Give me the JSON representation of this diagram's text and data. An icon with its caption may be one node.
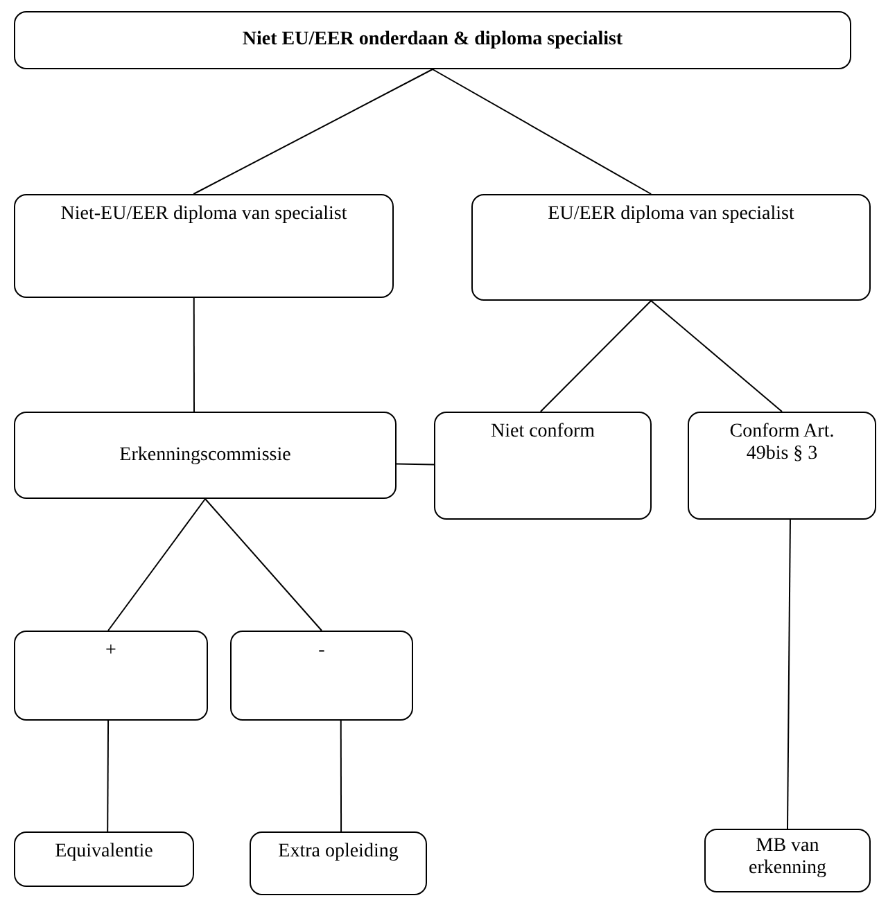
{
  "diagram": {
    "nodes": [
      {
        "text": [
          "Niet EU/EER onderdaan & diploma specialist"
        ]
      },
      {
        "text": [
          "Niet-EU/EER diploma van specialist"
        ]
      },
      {
        "text": [
          "EU/EER diploma van specialist"
        ]
      },
      {
        "text": [
          "Erkenningscommissie"
        ]
      },
      {
        "text": [
          "Niet conform"
        ]
      },
      {
        "text": [
          "Conform Art. 49bis § 3"
        ]
      },
      {
        "text": [
          "+"
        ]
      },
      {
        "text": [
          "-"
        ]
      },
      {
        "text": [
          "Equivalentie"
        ]
      },
      {
        "text": [
          "Extra opleiding"
        ]
      },
      {
        "text": [
          "MB van erkenning"
        ]
      }
    ],
    "edges": [
      {
        "from": 0,
        "to": 1,
        "arrow": "none"
      },
      {
        "from": 0,
        "to": 2,
        "arrow": "none"
      },
      {
        "from": 1,
        "to": 3,
        "arrow": "none"
      },
      {
        "from": 2,
        "to": 4,
        "arrow": "none"
      },
      {
        "from": 2,
        "to": 5,
        "arrow": "none"
      },
      {
        "from": 3,
        "to": 4,
        "arrow": "none"
      },
      {
        "from": 3,
        "to": 6,
        "arrow": "none"
      },
      {
        "from": 3,
        "to": 7,
        "arrow": "none"
      },
      {
        "from": 6,
        "to": 8,
        "arrow": "none"
      },
      {
        "from": 7,
        "to": 9,
        "arrow": "none"
      },
      {
        "from": 5,
        "to": 10,
        "arrow": "none"
      }
    ]
  }
}
